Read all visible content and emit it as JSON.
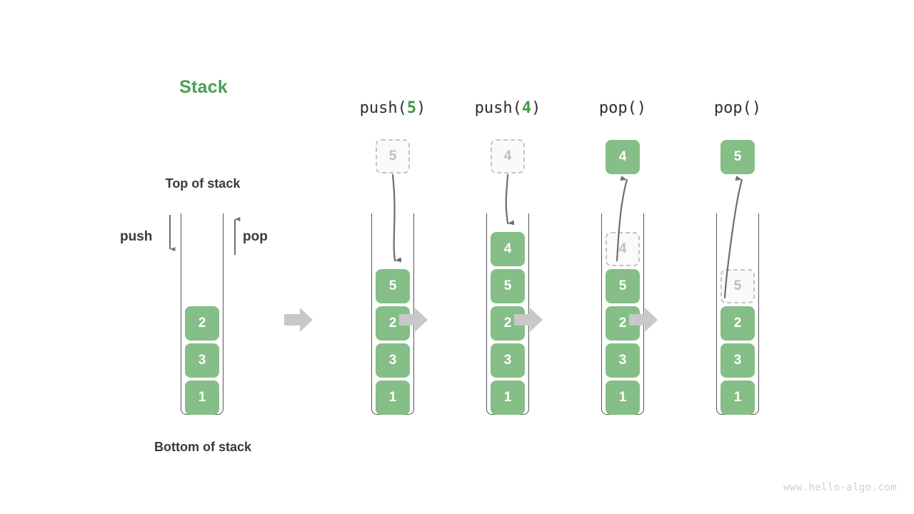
{
  "title": "Stack",
  "colors": {
    "accent_green": "#4a9f50",
    "cell_green": "#85be87",
    "ghost_border": "#c4c4c4",
    "ghost_text": "#bdbdbd",
    "arrow_gray": "#707070",
    "block_arrow_gray": "#c8c8c8",
    "container_border": "#555555",
    "text_dark": "#3a3a3a",
    "watermark": "#cfcfcf"
  },
  "annotations": {
    "top_of_stack": "Top of stack",
    "bottom_of_stack": "Bottom of stack",
    "push_word": "push",
    "pop_word": "pop"
  },
  "initial_stack": {
    "cells": [
      "1",
      "3",
      "2"
    ]
  },
  "steps": [
    {
      "label_prefix": "push(",
      "label_arg": "5",
      "label_suffix": ")",
      "label_full": "push(5)",
      "operation": "push",
      "float_cell": {
        "value": "5",
        "style": "ghost"
      },
      "cells": [
        "1",
        "3",
        "2",
        "5"
      ],
      "ghost_index": null
    },
    {
      "label_prefix": "push(",
      "label_arg": "4",
      "label_suffix": ")",
      "label_full": "push(4)",
      "operation": "push",
      "float_cell": {
        "value": "4",
        "style": "ghost"
      },
      "cells": [
        "1",
        "3",
        "2",
        "5",
        "4"
      ],
      "ghost_index": null
    },
    {
      "label_prefix": "pop(",
      "label_arg": "",
      "label_suffix": ")",
      "label_full": "pop()",
      "operation": "pop",
      "float_cell": {
        "value": "4",
        "style": "solid"
      },
      "cells": [
        "1",
        "3",
        "2",
        "5",
        "4"
      ],
      "ghost_index": 4
    },
    {
      "label_prefix": "pop(",
      "label_arg": "",
      "label_suffix": ")",
      "label_full": "pop()",
      "operation": "pop",
      "float_cell": {
        "value": "5",
        "style": "solid"
      },
      "cells": [
        "1",
        "3",
        "2",
        "5"
      ],
      "ghost_index": 3
    }
  ],
  "transition_arrows": [
    {
      "name": "transition-arrow-1"
    },
    {
      "name": "transition-arrow-2"
    },
    {
      "name": "transition-arrow-3"
    },
    {
      "name": "transition-arrow-4"
    }
  ],
  "watermark": "www.hello-algo.com"
}
